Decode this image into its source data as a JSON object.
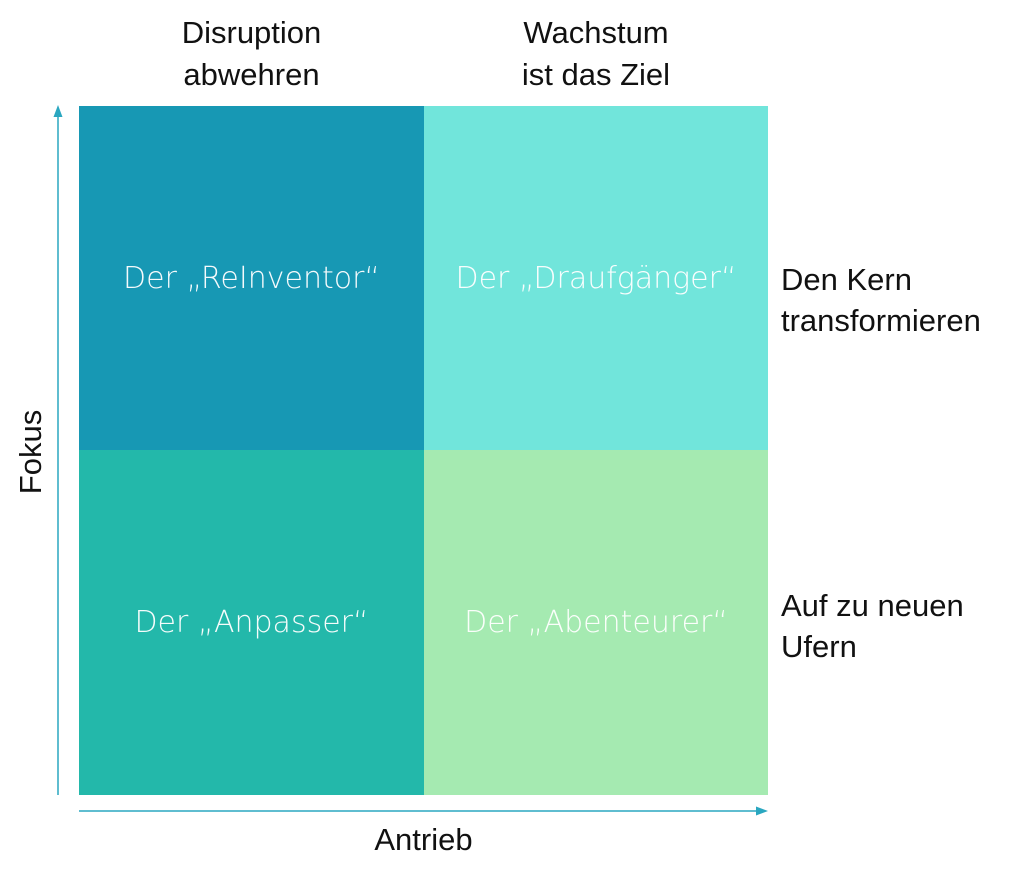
{
  "columns": {
    "left": {
      "line1": "Disruption",
      "line2": "abwehren"
    },
    "right": {
      "line1": "Wachstum",
      "line2": "ist das Ziel"
    }
  },
  "rows": {
    "top": {
      "line1": "Den Kern",
      "line2": "transformieren"
    },
    "bottom": {
      "line1": "Auf zu neuen",
      "line2": "Ufern"
    }
  },
  "quadrants": {
    "top_left": {
      "label": "Der „ReInventor“",
      "color": "#1798b4"
    },
    "top_right": {
      "label": "Der „Draufgänger“",
      "color": "#71e5db"
    },
    "bottom_left": {
      "label": "Der „Anpasser“",
      "color": "#23b8aa"
    },
    "bottom_right": {
      "label": "Der „Abenteurer“",
      "color": "#a5eab1"
    }
  },
  "axes": {
    "x_label": "Antrieb",
    "y_label": "Fokus",
    "color": "#2aa7c0"
  }
}
